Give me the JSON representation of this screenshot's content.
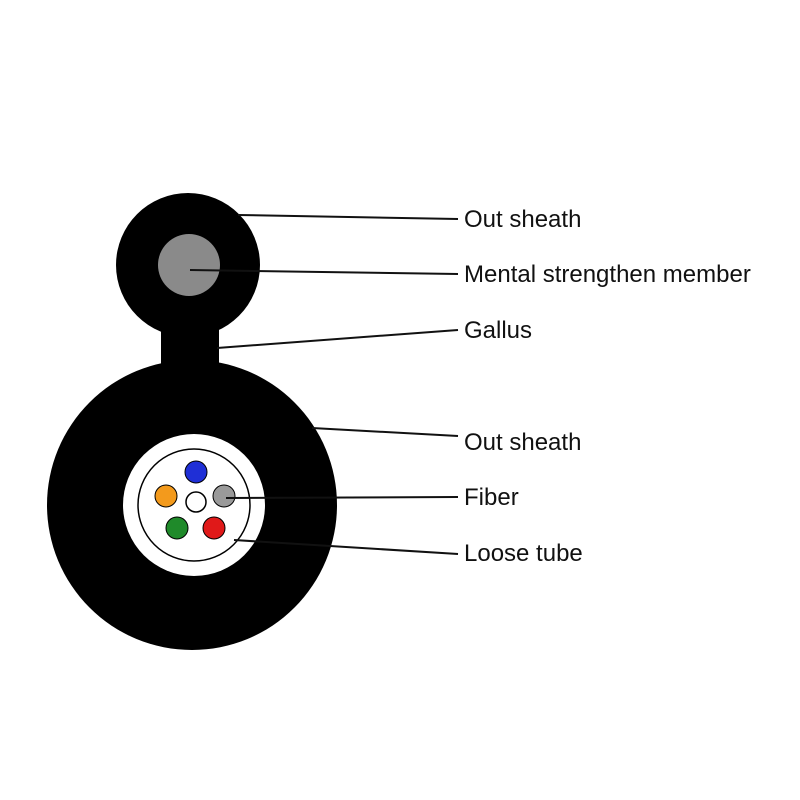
{
  "labels": {
    "upper_out_sheath": "Out sheath",
    "strength_member": "Mental strengthen member",
    "gallus": "Gallus",
    "lower_out_sheath": "Out sheath",
    "fiber": "Fiber",
    "loose_tube": "Loose tube"
  },
  "colors": {
    "sheath": "#000000",
    "strength_member": "#8a8a8a",
    "loose_tube_fill": "#ffffff",
    "fiber_blue": "#1f2fd6",
    "fiber_orange": "#f39a1c",
    "fiber_gray": "#9a9a9a",
    "fiber_green": "#1f8a2a",
    "fiber_red": "#e01919",
    "center_fiber": "#ffffff"
  }
}
